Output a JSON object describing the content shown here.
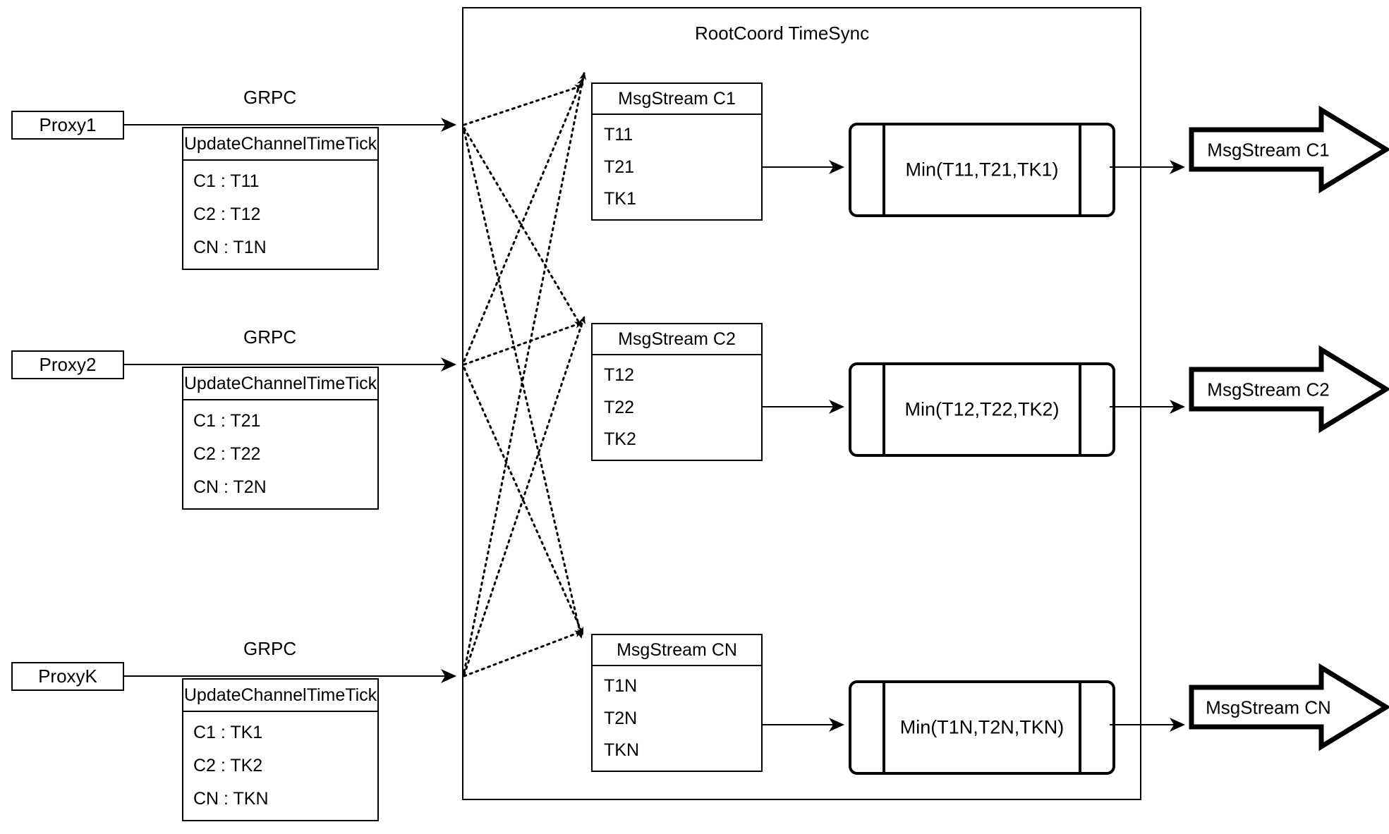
{
  "diagram": {
    "title": "RootCoord TimeSync",
    "container_label": "RootCoord TimeSync"
  },
  "rows": [
    {
      "proxy": "Proxy1",
      "edge_label": "GRPC",
      "rpc_table": {
        "header": "UpdateChannelTimeTick",
        "rows": [
          "C1 :  T11",
          "C2 :  T12",
          "CN : T1N"
        ]
      }
    },
    {
      "proxy": "Proxy2",
      "edge_label": "GRPC",
      "rpc_table": {
        "header": "UpdateChannelTimeTick",
        "rows": [
          "C1 :  T21",
          "C2 :  T22",
          "CN : T2N"
        ]
      }
    },
    {
      "proxy": "ProxyK",
      "edge_label": "GRPC",
      "rpc_table": {
        "header": "UpdateChannelTimeTick",
        "rows": [
          "C1 :  TK1",
          "C2 :  TK2",
          "CN : TKN"
        ]
      }
    }
  ],
  "channels": [
    {
      "stream_table": {
        "header": "MsgStream C1",
        "rows": [
          "T11",
          "T21",
          "TK1"
        ]
      },
      "process": "Min(T11,T21,TK1)",
      "output": "MsgStream C1"
    },
    {
      "stream_table": {
        "header": "MsgStream C2",
        "rows": [
          "T12",
          "T22",
          "TK2"
        ]
      },
      "process": "Min(T12,T22,TK2)",
      "output": "MsgStream C2"
    },
    {
      "stream_table": {
        "header": "MsgStream CN",
        "rows": [
          "T1N",
          "T2N",
          "TKN"
        ]
      },
      "process": "Min(T1N,T2N,TKN)",
      "output": "MsgStream CN"
    }
  ],
  "colors": {
    "stroke": "#000000",
    "background": "#ffffff"
  }
}
